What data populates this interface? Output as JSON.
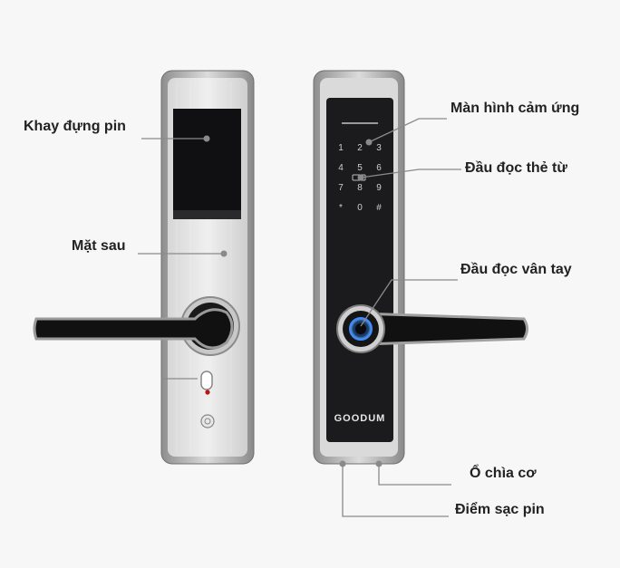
{
  "labels": {
    "battery_tray": "Khay đựng pin",
    "back_side": "Mặt sau",
    "touch_screen": "Màn hình cảm ứng",
    "card_reader": "Đầu đọc thẻ từ",
    "fingerprint_reader": "Đầu đọc vân tay",
    "key_slot": "Ổ chìa cơ",
    "charging_point": "Điểm sạc pin"
  },
  "brand": "GOODUM",
  "keypad": [
    "1",
    "2",
    "3",
    "4",
    "5",
    "6",
    "7",
    "8",
    "9",
    "*",
    "0",
    "#"
  ],
  "colors": {
    "background": "#f7f7f7",
    "frame": "#b9b9b9",
    "panel": "#1b1b1d",
    "fingerprint_ring": "#2f7fe0",
    "indicator": "#c0140f",
    "leader_line": "#8a8a8a"
  }
}
